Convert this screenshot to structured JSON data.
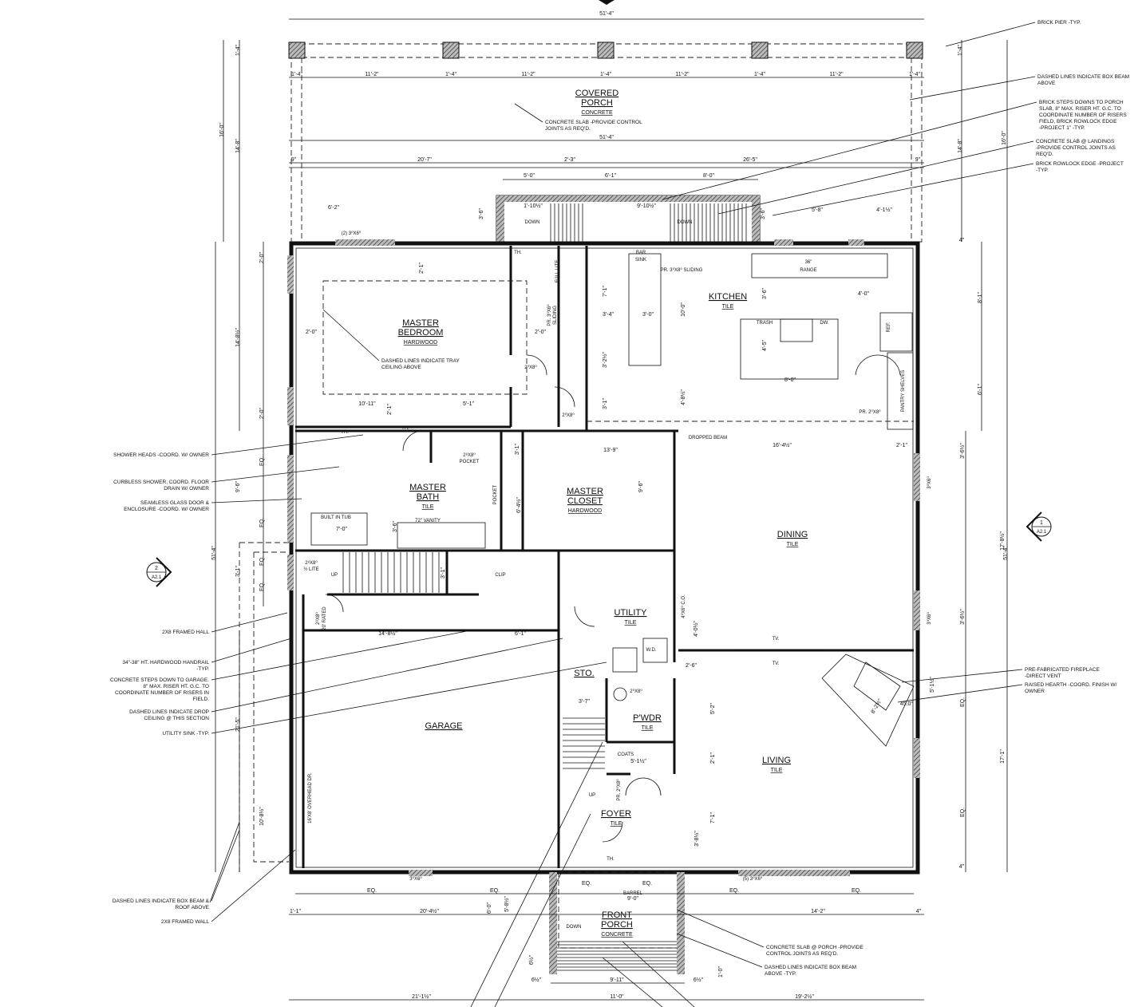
{
  "rooms": [
    {
      "name": [
        "COVERED",
        "PORCH"
      ],
      "finish": "CONCRETE"
    },
    {
      "name": [
        "MASTER",
        "BEDROOM"
      ],
      "finish": "HARDWOOD"
    },
    {
      "name": [
        "KITCHEN"
      ],
      "finish": "TILE"
    },
    {
      "name": [
        "MASTER",
        "BATH"
      ],
      "finish": "TILE"
    },
    {
      "name": [
        "MASTER",
        "CLOSET"
      ],
      "finish": "HARDWOOD"
    },
    {
      "name": [
        "DINING"
      ],
      "finish": "TILE"
    },
    {
      "name": [
        "UTILITY"
      ],
      "finish": "TILE"
    },
    {
      "name": [
        "STO."
      ],
      "finish": null
    },
    {
      "name": [
        "P'WDR"
      ],
      "finish": "TILE"
    },
    {
      "name": [
        "GARAGE"
      ],
      "finish": null
    },
    {
      "name": [
        "LIVING"
      ],
      "finish": "TILE"
    },
    {
      "name": [
        "FOYER"
      ],
      "finish": "TILE"
    },
    {
      "name": [
        "FRONT",
        "PORCH"
      ],
      "finish": "CONCRETE"
    }
  ],
  "notes": {
    "right": [
      {
        "lines": [
          "BRICK PIER -TYP."
        ]
      },
      {
        "lines": [
          "DASHED LINES INDICATE BOX BEAM",
          "ABOVE"
        ]
      },
      {
        "lines": [
          "BRICK STEPS DOWNS TO PORCH",
          "SLAB, 8\" MAX. RISER HT. G.C. TO",
          "COORDINATE NUMBER OF RISERS",
          "FIELD, BRICK ROWLOCK EDGE",
          "-PROJECT 1\" -TYP."
        ]
      },
      {
        "lines": [
          "CONCRETE SLAB @ LANDINGS",
          "-PROVIDE CONTROL JOINTS AS",
          "REQ'D."
        ]
      },
      {
        "lines": [
          "BRICK ROWLOCK EDGE -PROJECT",
          "-TYP."
        ]
      },
      {
        "lines": [
          "PRE-FABRICATED FIREPLACE",
          "-DIRECT VENT"
        ]
      },
      {
        "lines": [
          "RAISED HEARTH -COORD. FINISH W/",
          "OWNER"
        ]
      }
    ],
    "left": [
      {
        "lines": [
          "SHOWER HEADS -COORD. W/ OWNER"
        ]
      },
      {
        "lines": [
          "CURBLESS SHOWER, COORD. FLOOR",
          "DRAIN W/ OWNER"
        ]
      },
      {
        "lines": [
          "SEAMLESS GLASS DOOR &",
          "ENCLOSURE -COORD. W/ OWNER"
        ]
      },
      {
        "lines": [
          "2X8 FRAMED HALL"
        ]
      },
      {
        "lines": [
          "34\"-38\" HT. HARDWOOD HANDRAIL",
          "-TYP."
        ]
      },
      {
        "lines": [
          "CONCRETE STEPS DOWN TO GARAGE.",
          "8\" MAX. RISER HT. G.C. TO",
          "COORDINATE NUMBER OF RISERS IN",
          "FIELD."
        ]
      },
      {
        "lines": [
          "DASHED LINES INDICATE DROP",
          "CEILING @ THIS SECTION"
        ]
      },
      {
        "lines": [
          "UTILITY SINK -TYP."
        ]
      },
      {
        "lines": [
          "DASHED LINES INDICATE BOX BEAM &",
          "ROOF ABOVE"
        ]
      },
      {
        "lines": [
          "2X8 FRAMED WALL"
        ]
      }
    ],
    "bottom": [
      {
        "lines": [
          "CONCRETE SLAB @ PORCH -PROVIDE",
          "CONTROL JOINTS AS REQ'D."
        ]
      },
      {
        "lines": [
          "DASHED LINES INDICATE BOX BEAM",
          "ABOVE -TYP."
        ]
      }
    ],
    "porch": [
      {
        "lines": [
          "CONCRETE SLAB -PROVIDE CONTROL",
          "JOINTS AS REQ'D."
        ]
      },
      {
        "lines": [
          "DASHED LINES INDICATE TRAY",
          "CEILING ABOVE"
        ]
      }
    ]
  },
  "dimensions": [
    "51'-4\"",
    "1'-4\"",
    "11'-2\"",
    "1'-4\"",
    "11'-2\"",
    "1'-4\"",
    "11'-2\"",
    "1'-4\"",
    "11'-2\"",
    "1'-4\"",
    "51'-4\"",
    "9\"",
    "20'-7\"",
    "2'-3\"",
    "26'-5\"",
    "9\"",
    "5'-0\"",
    "6'-1\"",
    "8'-0\"",
    "6'-2\"",
    "1'-10½\"",
    "9'-10½\"",
    "5'-8\"",
    "4'-1½\"",
    "3'-6\"",
    "3'-6\"",
    "16'-0\"",
    "14'-8\"",
    "1'-4\"",
    "51'-4\"",
    "14'-8½\"",
    "2'-0\"",
    "2'-0\"",
    "EQ.",
    "9'-6\"",
    "EQ.",
    "3'-1\"",
    "EQ.",
    "EQ.",
    "21'-5\"",
    "10'-8½\"",
    "1'-4\"",
    "14'-8\"",
    "16'-0\"",
    "51'-4\"",
    "8'-1\"",
    "6'-1\"",
    "3'-6½\"",
    "17'-8½\"",
    "3'-6½\"",
    "EQ.",
    "17'-1\"",
    "EQ.",
    "4\"",
    "4\"",
    "2'-1\"",
    "2'-0\"",
    "10'-11\"",
    "5'-1\"",
    "2'-1\"",
    "2'-0\"",
    "7'-1\"",
    "3'-4\"",
    "3'-0\"",
    "10'-0\"",
    "3'-2½\"",
    "3'-1\"",
    "4'-8½\"",
    "3'-6\"",
    "4'-0\"",
    "8'-0\"",
    "4'-5\"",
    "16'-4½\"",
    "2'-1\"",
    "13'-9\"",
    "3'-1\"",
    "9'-6\"",
    "6'-4½\"",
    "3'-6\"",
    "7'-0\"",
    "3'-1\"",
    "14'-8½\"",
    "6'-1\"",
    "4'-0½\"",
    "2'-6\"",
    "3'-7\"",
    "5'-2\"",
    "2'-1\"",
    "5'-1½\"",
    "7'-1\"",
    "3'-8½\"",
    "8'-2½\"",
    "45.0°",
    "5'-1½\"",
    "EQ.",
    "EQ.",
    "EQ.",
    "EQ.",
    "9'-0\"",
    "EQ.",
    "EQ.",
    "1'-1\"",
    "20'-4½\"",
    "6'-0\"",
    "5'-8½\"",
    "14'-2\"",
    "4\"",
    "6½\"",
    "1'-0\"",
    "6½\"",
    "9'-11\"",
    "6½\"",
    "21'-1½\"",
    "11'-0\"",
    "19'-2½\""
  ],
  "labels": [
    "DOWN",
    "DOWN",
    "BAR",
    "SINK",
    "TH.",
    "PR. 3⁰x6⁰",
    "SLIDING",
    "FULL LITE",
    "TRASH",
    "DW.",
    "REF.",
    "PANTRY SHELVES",
    "PR. 2⁰x8⁰",
    "DROPPED BEAM",
    "2⁰x8⁰",
    "2⁰x8⁰",
    "TH.",
    "TH.",
    "2⁸x8⁰",
    "POCKET",
    "POCKET",
    "BUILT IN TUB",
    "72\" VANITY",
    "UP",
    "CLIP",
    "2⁸x8⁰",
    "½ LITE",
    "2⁸x8⁰",
    "20' RATED",
    "TV.",
    "TV.",
    "W.D.",
    "2⁰x8⁰",
    "UP",
    "COATS",
    "PR. 2⁰x8⁰",
    "TH.",
    "3⁰x6⁰",
    "(5) 3⁰x6⁰",
    "DOWN",
    "16'x8' OVERHEAD DR.",
    "(2) 3⁰x6⁰",
    "36\"",
    "RANGE",
    "BARREL",
    "PR. 3⁰x8⁰ SLIDING",
    "4⁰x6⁰ C.O.",
    "3⁰x6⁰",
    "3⁰x6⁰"
  ],
  "section_markers": [
    {
      "number": "2",
      "sheet": "A2.1"
    },
    {
      "number": "1",
      "sheet": "A2.1"
    }
  ]
}
